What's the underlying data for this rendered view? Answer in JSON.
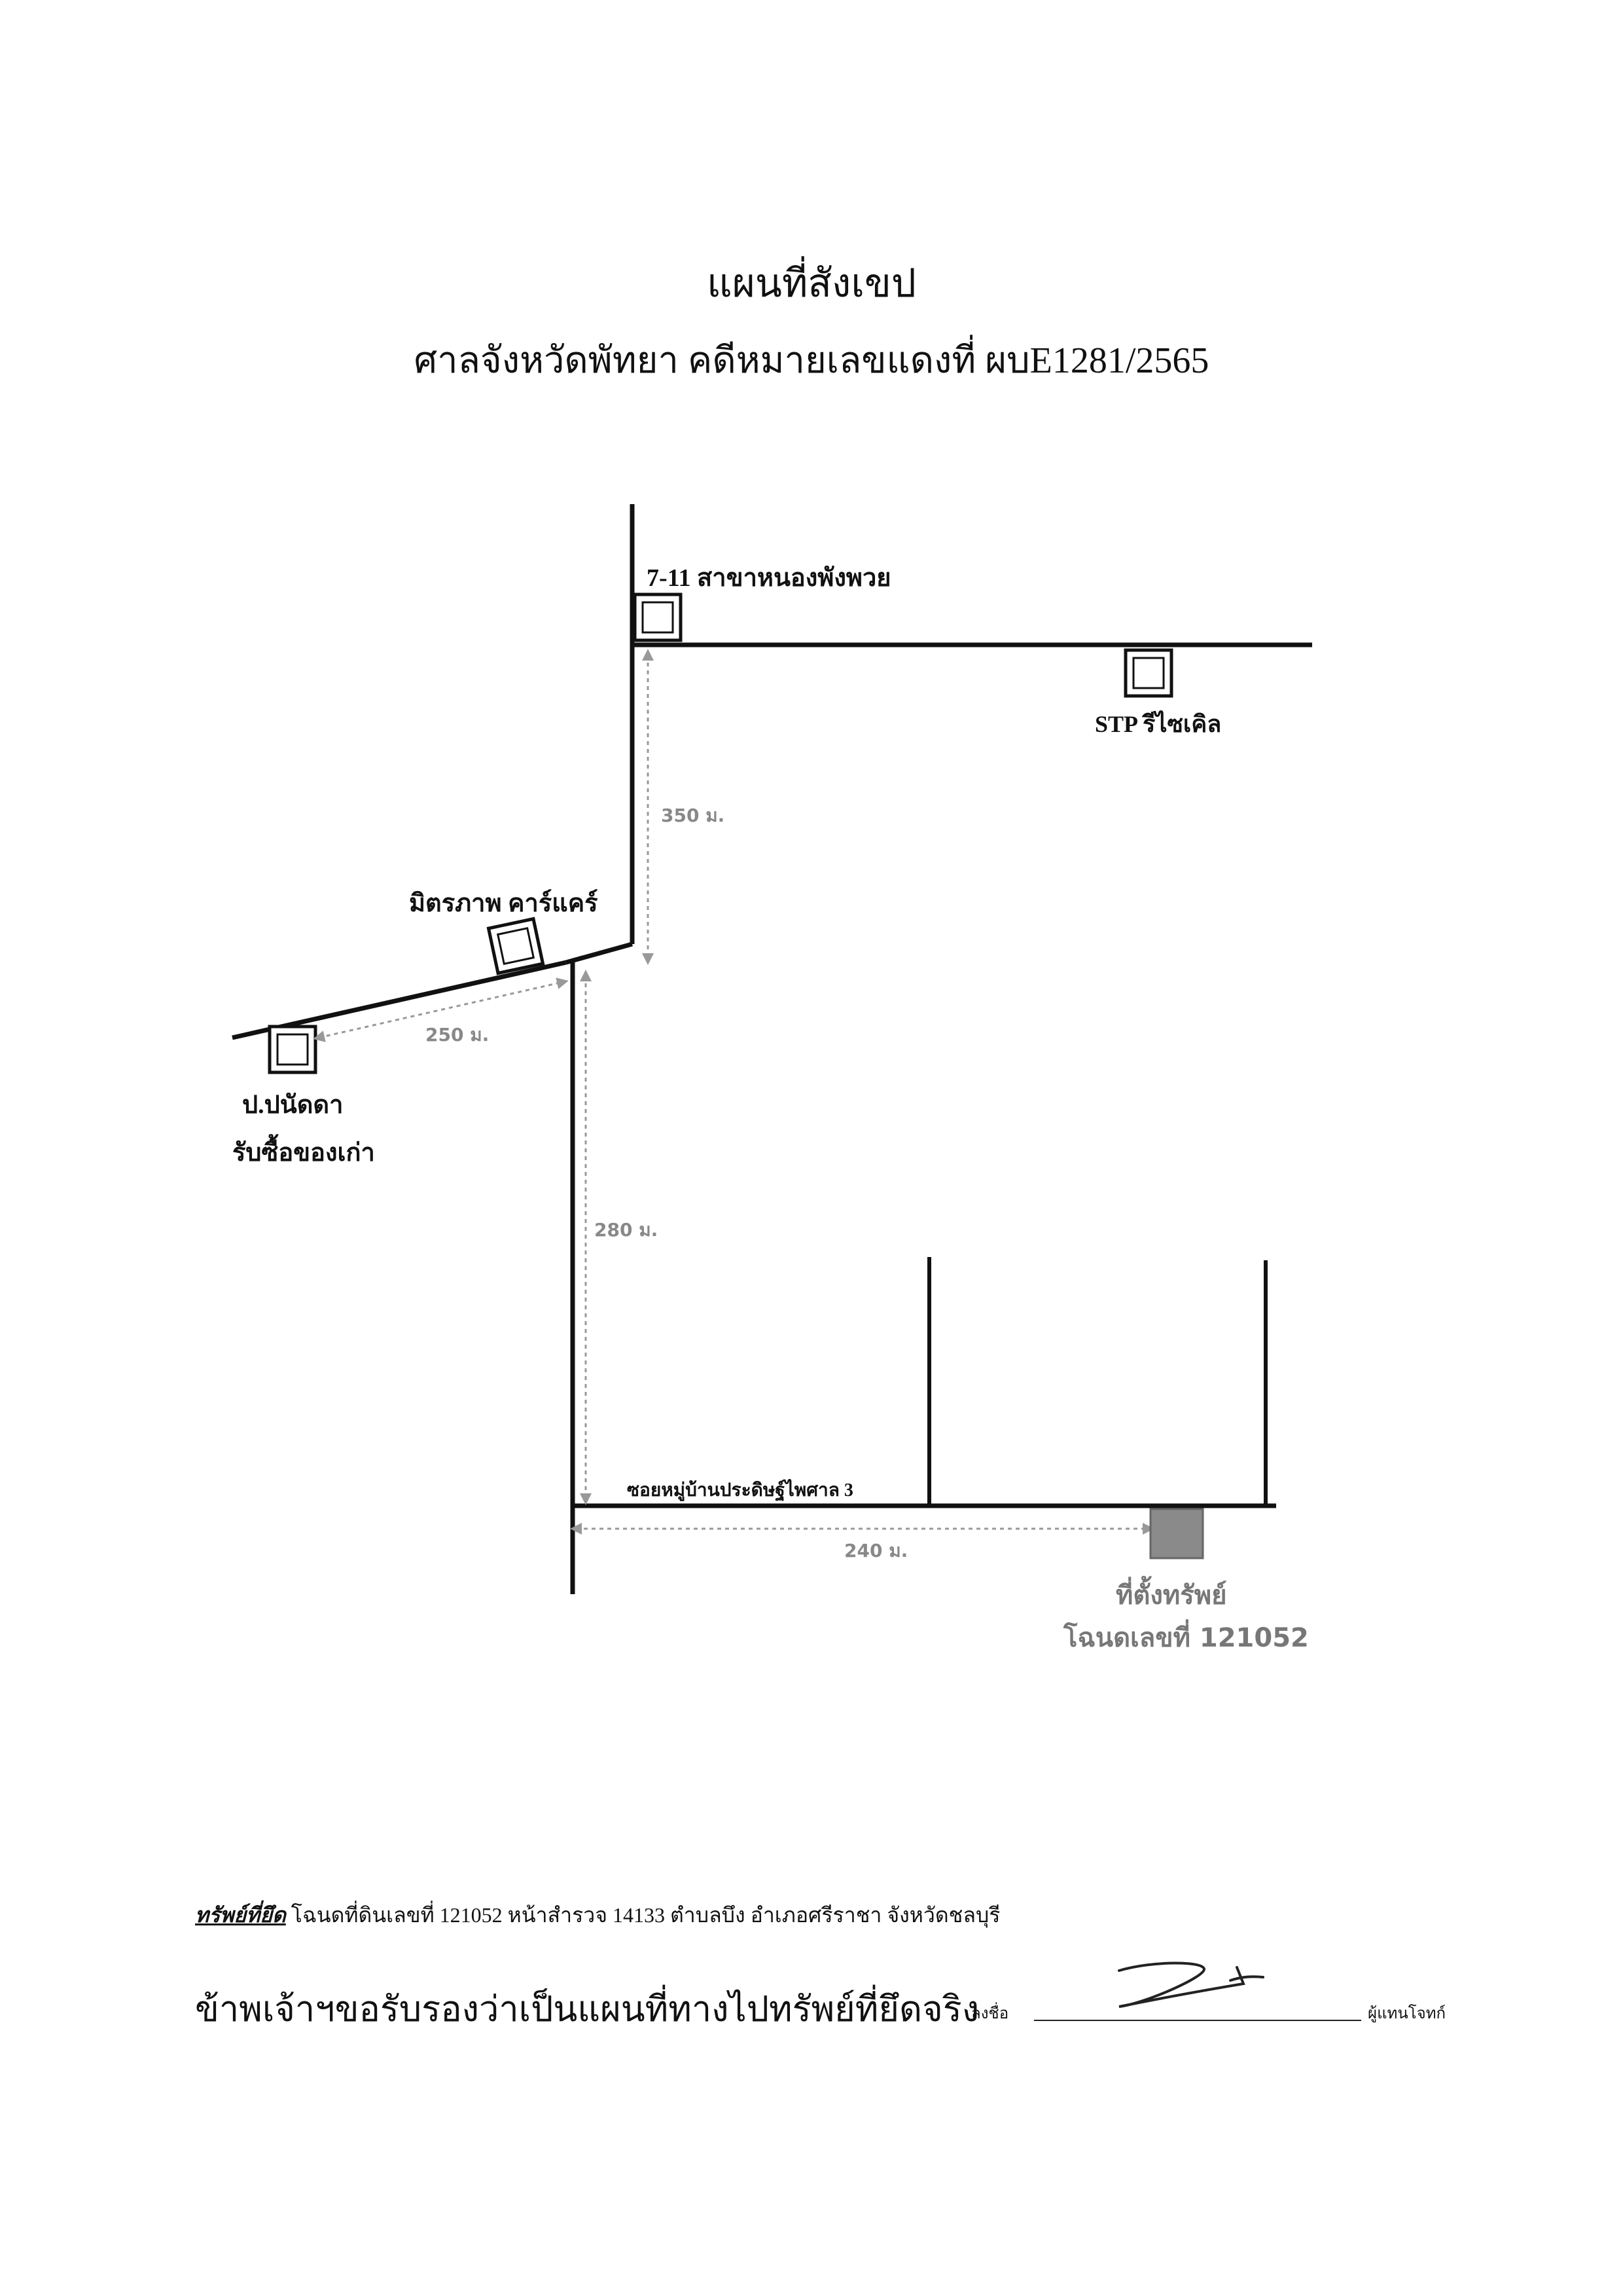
{
  "header": {
    "title": "แผนที่สังเขป",
    "subtitle": "ศาลจังหวัดพัทยา คดีหมายเลขแดงที่ ผบE1281/2565"
  },
  "map": {
    "landmarks": {
      "seven_eleven": "7-11 สาขาหนองพังพวย",
      "stp_recycle": "STP รีไซเคิล",
      "mitrapap_carcare": "มิตรภาพ คาร์แคร์",
      "shop_line1": "ป.ปนัดดา",
      "shop_line2": "รับซื้อของเก่า"
    },
    "distances": {
      "d350": "350 ม.",
      "d250": "250 ม.",
      "d280": "280 ม.",
      "d240": "240 ม."
    },
    "road_label": "ซอยหมู่บ้านประดิษฐ์ไพศาล 3",
    "property_line1": "ที่ตั้งทรัพย์",
    "property_line2": "โฉนดเลขที่ 121052",
    "colors": {
      "line": "#111111",
      "dashed": "#999999",
      "property": "#8a8a8a"
    }
  },
  "footer": {
    "seized_label": "ทรัพย์ที่ยึด",
    "seized_detail": " โฉนดที่ดินเลขที่ 121052 หน้าสำรวจ 14133 ตำบลบึง อำเภอศรีราชา จังหวัดชลบุรี",
    "certify": "ข้าพเจ้าฯขอรับรองว่าเป็นแผนที่ทางไปทรัพย์ที่ยึดจริง",
    "sign_label": "ลงชื่อ",
    "sign_role": "ผู้แทนโจทก์"
  }
}
